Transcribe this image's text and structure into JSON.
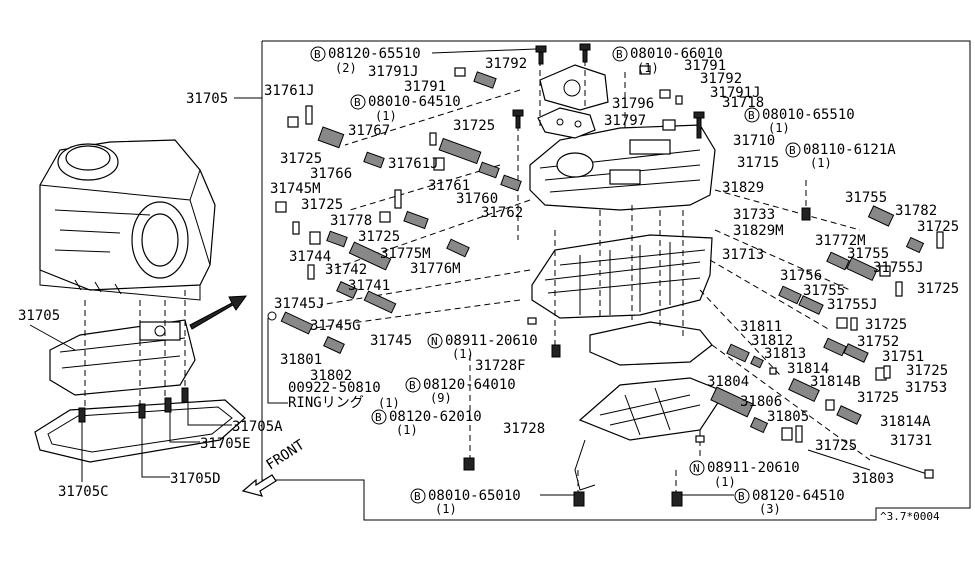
{
  "diagram": {
    "border_label": "31705",
    "ref_code": "^3.7*0004",
    "front_label": "FRONT",
    "ring_label": "RINGリング",
    "ring_number": "00922-50810",
    "ring_qty": "(1)",
    "callouts": {
      "p31705_left": "31705",
      "p31705A": "31705A",
      "p31705E": "31705E",
      "p31705D": "31705D",
      "p31705C": "31705C",
      "p31761J_a": "31761J",
      "p31725_a": "31725",
      "p31766": "31766",
      "p31767": "31767",
      "p31745M": "31745M",
      "p31725_b": "31725",
      "p31778": "31778",
      "p31725_c": "31725",
      "p31744": "31744",
      "p31742": "31742",
      "p31775M": "31775M",
      "p31776M": "31776M",
      "p31741": "31741",
      "p31745J": "31745J",
      "p31745G": "31745G",
      "p31745": "31745",
      "p31801": "31801",
      "p31802": "31802",
      "p31791J_a": "31791J",
      "p31791_a": "31791",
      "p31792_a": "31792",
      "p31725_d": "31725",
      "p31761J_b": "31761J",
      "p31761": "31761",
      "p31760": "31760",
      "p31762": "31762",
      "p31796": "31796",
      "p31797": "31797",
      "p31791_b": "31791",
      "p31792_b": "31792",
      "p31791J_b": "31791J",
      "p31718": "31718",
      "p31710": "31710",
      "p31715": "31715",
      "p31829": "31829",
      "p31733": "31733",
      "p31829M": "31829M",
      "p31713": "31713",
      "p31728F": "31728F",
      "p31728": "31728",
      "p31755_a": "31755",
      "p31782": "31782",
      "p31725_e": "31725",
      "p31772M": "31772M",
      "p31755_b": "31755",
      "p31755J_a": "31755J",
      "p31725_f": "31725",
      "p31756": "31756",
      "p31755_c": "31755",
      "p31755J_b": "31755J",
      "p31725_g": "31725",
      "p31752": "31752",
      "p31751": "31751",
      "p31725_h": "31725",
      "p31753": "31753",
      "p31811": "31811",
      "p31812": "31812",
      "p31813": "31813",
      "p31814": "31814",
      "p31814B": "31814B",
      "p31725_i": "31725",
      "p31804": "31804",
      "p31806": "31806",
      "p31805": "31805",
      "p31814A": "31814A",
      "p31725_j": "31725",
      "p31731": "31731",
      "p31803": "31803"
    },
    "bolts": [
      {
        "id": "b1",
        "prefix": "B",
        "number": "08120-65510",
        "qty": "(2)"
      },
      {
        "id": "b2",
        "prefix": "B",
        "number": "08010-66010",
        "qty": "(1)"
      },
      {
        "id": "b3",
        "prefix": "B",
        "number": "08010-64510",
        "qty": "(1)"
      },
      {
        "id": "b4",
        "prefix": "B",
        "number": "08010-65510",
        "qty": "(1)"
      },
      {
        "id": "b5",
        "prefix": "B",
        "number": "08110-6121A",
        "qty": "(1)"
      },
      {
        "id": "b6",
        "prefix": "N",
        "number": "08911-20610",
        "qty": "(1)"
      },
      {
        "id": "b7",
        "prefix": "B",
        "number": "08120-64010",
        "qty": "(9)"
      },
      {
        "id": "b8",
        "prefix": "B",
        "number": "08120-62010",
        "qty": "(1)"
      },
      {
        "id": "b9",
        "prefix": "N",
        "number": "08911-20610",
        "qty": "(1)"
      },
      {
        "id": "b10",
        "prefix": "B",
        "number": "08010-65010",
        "qty": "(1)"
      },
      {
        "id": "b11",
        "prefix": "B",
        "number": "08120-64510",
        "qty": "(3)"
      }
    ]
  }
}
